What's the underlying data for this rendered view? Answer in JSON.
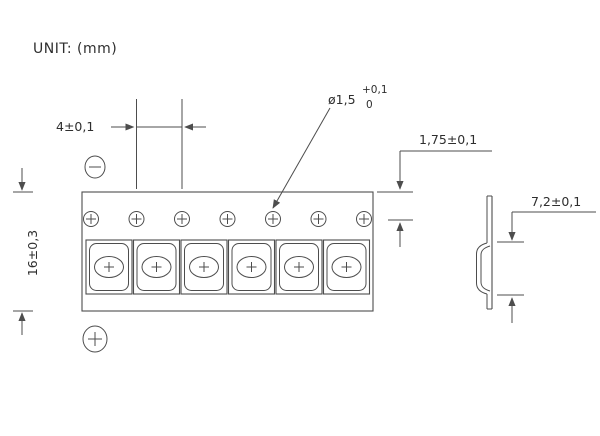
{
  "title": "UNIT: (mm)",
  "dims": {
    "pitch": "4±0,1",
    "hole_diameter": "ø1,5",
    "hole_tol_upper": "+0,1",
    "hole_tol_lower": "0",
    "edge_distance": "1,75±0,1",
    "tape_width": "16±0,3",
    "pocket_span": "7,2±0,1"
  },
  "colors": {
    "line": "#4d4d4d",
    "text": "#2e2e2e",
    "background": "#ffffff"
  }
}
